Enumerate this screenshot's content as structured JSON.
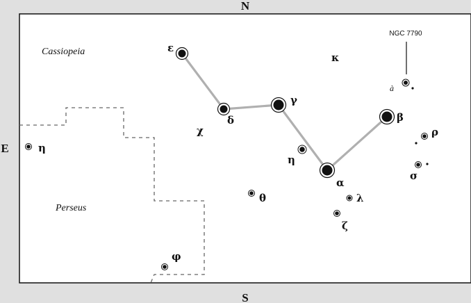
{
  "compass": {
    "north": "N",
    "south": "S",
    "east": "E"
  },
  "constellations": {
    "cassiopeia": "Cassiopeia",
    "perseus": "Perseus"
  },
  "cluster": {
    "label": "NGC 7790",
    "marker": "à"
  },
  "stars": {
    "epsilon": "ε",
    "delta": "δ",
    "gamma": "γ",
    "alpha": "α",
    "beta": "β",
    "eta_cas": "η",
    "eta_per": "η",
    "chi": "χ",
    "kappa": "κ",
    "theta": "θ",
    "lambda": "λ",
    "zeta": "ζ",
    "phi": "φ",
    "rho": "ρ",
    "sigma": "σ"
  },
  "colors": {
    "background": "#e0e0e0",
    "panel": "#ffffff",
    "ink": "#111111",
    "asterism_line": "#b0b0b0",
    "boundary": "#666666"
  }
}
